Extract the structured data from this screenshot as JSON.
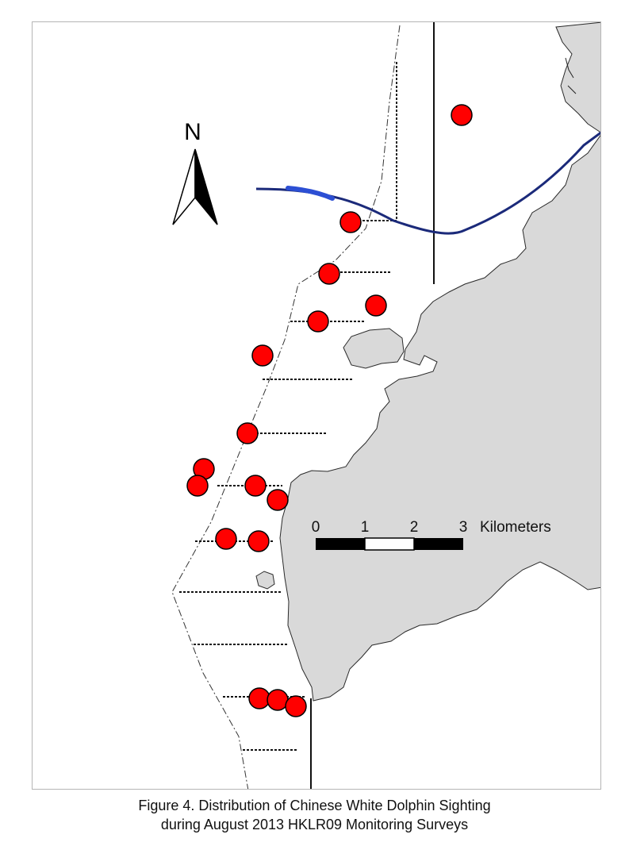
{
  "caption": {
    "line1": "Figure 4.  Distribution of Chinese White Dolphin Sighting",
    "line2": "during August 2013 HKLR09 Monitoring Surveys"
  },
  "north_arrow": {
    "label": "N"
  },
  "scale_bar": {
    "ticks": [
      "0",
      "1",
      "2",
      "3"
    ],
    "unit": "Kilometers"
  },
  "colors": {
    "land": "#d9d9d9",
    "sighting": "#ff0000",
    "bridge": "#1b2a7a",
    "bridge_highlight": "#2c4fd4"
  },
  "icons": [
    "north-arrow-icon",
    "sighting-marker-icon"
  ]
}
